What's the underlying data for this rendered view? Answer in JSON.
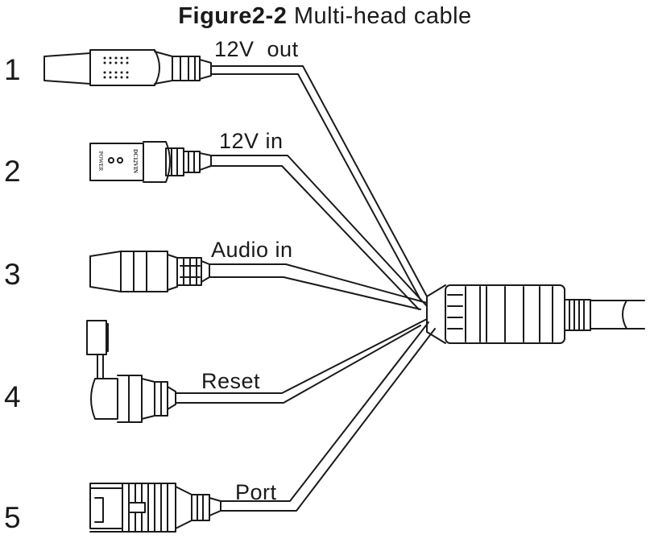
{
  "title": {
    "figure": "Figure2-2",
    "caption": "Multi-head cable"
  },
  "connectors": [
    {
      "number": "1",
      "label": "12V  out"
    },
    {
      "number": "2",
      "label": "12V in"
    },
    {
      "number": "3",
      "label": "Audio in"
    },
    {
      "number": "4",
      "label": "Reset"
    },
    {
      "number": "5",
      "label": "Port"
    }
  ],
  "printed_marks": {
    "dc_plug_text_1": "POWER",
    "dc_plug_text_2": "DC12VIN"
  }
}
